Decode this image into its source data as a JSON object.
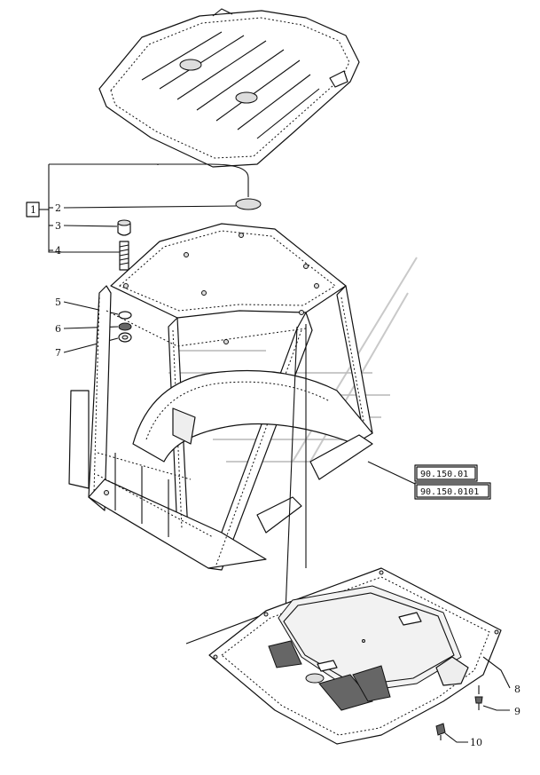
{
  "callouts": {
    "group_bracket": "1",
    "items": [
      "2",
      "3",
      "4",
      "5",
      "6",
      "7",
      "8",
      "9",
      "10"
    ]
  },
  "references": [
    "90.150.01",
    "90.150.0101"
  ],
  "colors": {
    "ink": "#111111",
    "paper": "#ffffff",
    "watermark": "#bbbbbb"
  }
}
